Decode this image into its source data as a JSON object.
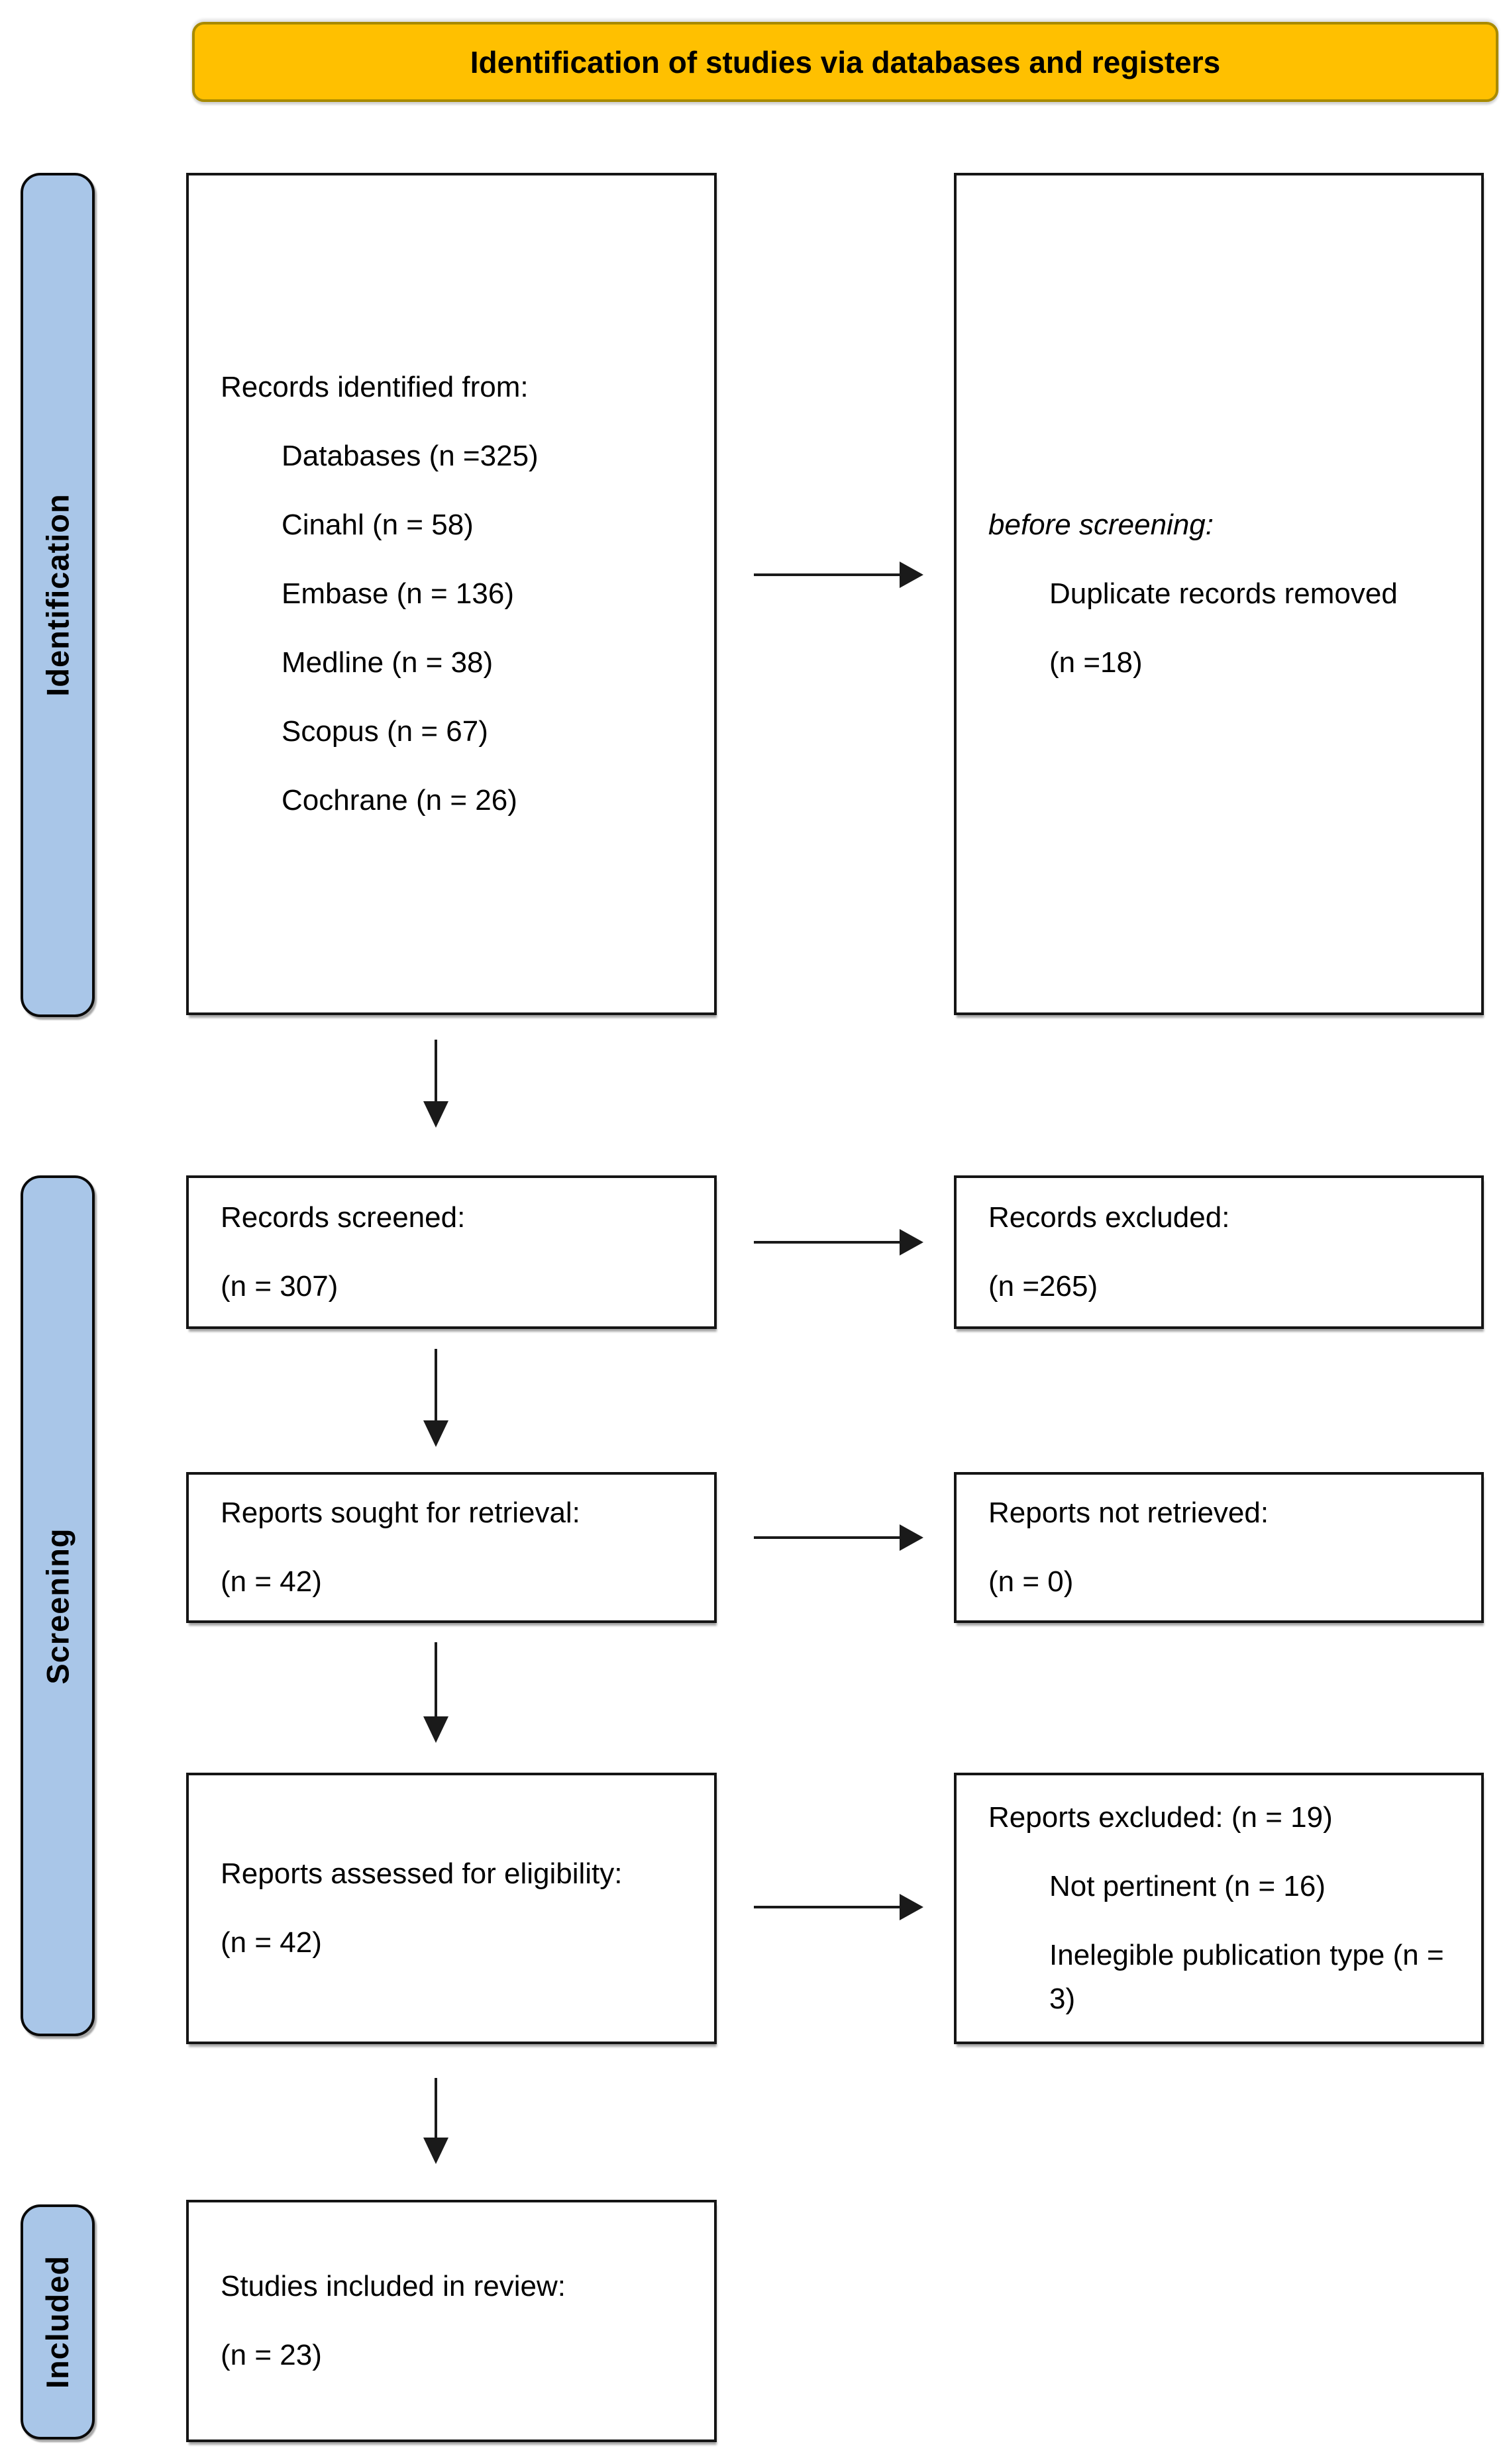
{
  "banner": {
    "title": "Identification of studies via databases and registers"
  },
  "stages": {
    "identification": "Identification",
    "screening": "Screening",
    "included": "Included"
  },
  "boxes": {
    "records_identified": {
      "heading": "Records identified from:",
      "items": [
        "Databases (n =325)",
        "Cinahl (n = 58)",
        "Embase (n = 136)",
        "Medline (n = 38)",
        "Scopus (n = 67)",
        "Cochrane (n = 26)"
      ]
    },
    "duplicates_removed": {
      "heading": "before screening:",
      "items": [
        "Duplicate records removed",
        "(n =18)"
      ]
    },
    "records_screened": {
      "heading": "Records screened:",
      "count": "(n = 307)"
    },
    "records_excluded": {
      "heading": "Records excluded:",
      "count": "(n =265)"
    },
    "reports_sought": {
      "heading": "Reports sought for retrieval:",
      "count": "(n = 42)"
    },
    "reports_not_retrieved": {
      "heading": "Reports not retrieved:",
      "count": "(n = 0)"
    },
    "reports_assessed": {
      "heading": "Reports assessed for eligibility:",
      "count": "(n = 42)"
    },
    "reports_excluded": {
      "heading": "Reports excluded: (n = 19)",
      "items": [
        "Not pertinent (n = 16)",
        "Inelegible publication type (n = 3)"
      ]
    },
    "studies_included": {
      "heading": "Studies included in review:",
      "count": "(n = 23)"
    }
  },
  "colors": {
    "banner_fill": "#FFC000",
    "banner_border": "#A88A00",
    "stage_fill": "#A9C6E8",
    "box_border": "#151515"
  }
}
